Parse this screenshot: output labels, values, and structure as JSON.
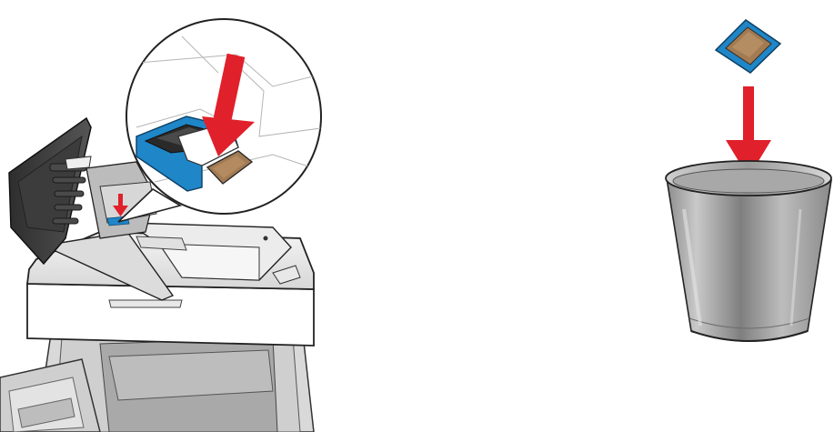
{
  "illustration": {
    "panels": [
      {
        "id": "left",
        "subject": "printer-adf-with-magnifier-callout",
        "arrow_color": "#e0202a"
      },
      {
        "id": "right",
        "subject": "used-pad-into-trash-can",
        "arrow_color": "#e0202a"
      }
    ],
    "colors": {
      "accent_arrow": "#e0202a",
      "part_blue": "#1f86c8",
      "part_brown": "#a27b53",
      "printer_body": "#e9e9e9",
      "printer_dark": "#3a3a3a",
      "bin_metal": "#a9a9a9"
    }
  }
}
